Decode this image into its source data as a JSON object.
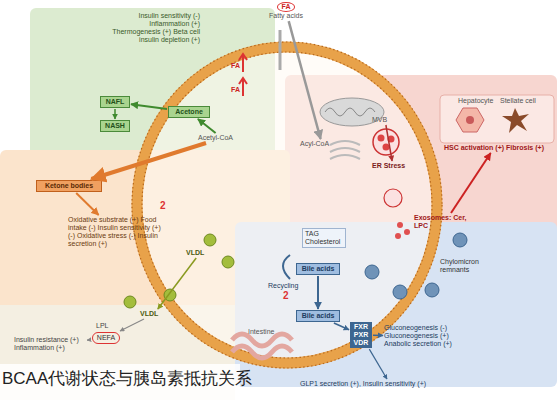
{
  "diagram": {
    "caption": "BCAA代谢状态与胰岛素抵抗关系",
    "nodes": [
      {
        "text": [
          "Insulin sensitivity (-) Inflammation (+) Thermogenesis (+) Beta cell insulin depletion (+)"
        ]
      },
      {
        "text": [
          "NAFL"
        ]
      },
      {
        "text": [
          "NASH"
        ]
      },
      {
        "text": [
          "Acetone"
        ]
      },
      {
        "text": [
          "Acetyl-CoA"
        ]
      },
      {
        "text": [
          "Ketone bodies"
        ]
      },
      {
        "text": [
          "Oxidative substrate (+) Food intake (-) Insulin sensitivity (+) (-) Oxidative stress (-) Insulin secretion (+)"
        ]
      },
      {
        "text": [
          "FA",
          "Fatty acids"
        ]
      },
      {
        "text": [
          "Acyl-CoA"
        ]
      },
      {
        "text": [
          "MVB"
        ]
      },
      {
        "text": [
          "ER Stress"
        ]
      },
      {
        "text": [
          "HSC activation (+) Fibrosis (+)"
        ]
      },
      {
        "text": [
          "Exosomes: Cer, LPC"
        ]
      },
      {
        "text": [
          "TAG Cholesterol"
        ]
      },
      {
        "text": [
          "Chylomicron remnants"
        ]
      },
      {
        "text": [
          "Bile acids"
        ]
      },
      {
        "text": [
          "Bile acids"
        ]
      },
      {
        "text": [
          "VLDL"
        ]
      },
      {
        "text": [
          "VLDL"
        ]
      },
      {
        "text": [
          "FXR PXR VDR"
        ]
      },
      {
        "text": [
          "Gluconeogenesis (-) Gluconeogenesis (+) Anabolic secretion (+)"
        ]
      },
      {
        "text": [
          "Insulin resistance (+) Inflammation (+)"
        ]
      },
      {
        "text": [
          "NEFA"
        ]
      },
      {
        "text": [
          "GLP1 secretion (+), Insulin sensitivity (+)"
        ]
      }
    ],
    "edges": [
      {
        "from": 7,
        "to": 8,
        "arrow": "to"
      },
      {
        "from": 4,
        "to": 3,
        "arrow": "to"
      },
      {
        "from": 3,
        "to": 1,
        "arrow": "to"
      },
      {
        "from": 1,
        "to": 2,
        "arrow": "to"
      },
      {
        "from": 4,
        "to": 5,
        "arrow": "to"
      },
      {
        "from": 5,
        "to": 6,
        "arrow": "to"
      },
      {
        "from": 9,
        "to": 10,
        "arrow": "to"
      },
      {
        "from": 12,
        "to": 11,
        "arrow": "to"
      },
      {
        "from": 15,
        "to": 16,
        "arrow": "to"
      },
      {
        "from": 16,
        "to": 19,
        "arrow": "to"
      },
      {
        "from": 17,
        "to": 18,
        "arrow": "to"
      },
      {
        "from": 18,
        "to": 22,
        "arrow": "to"
      },
      {
        "from": 22,
        "to": 21,
        "arrow": "to"
      },
      {
        "from": 19,
        "to": 20,
        "arrow": "to"
      },
      {
        "from": 19,
        "to": 23,
        "arrow": "to"
      }
    ],
    "labels": [
      "FA",
      "FA",
      "Hepatocyte",
      "Stellate cell",
      "LPL",
      "Recycling",
      "Intestine",
      "2",
      "2"
    ]
  }
}
